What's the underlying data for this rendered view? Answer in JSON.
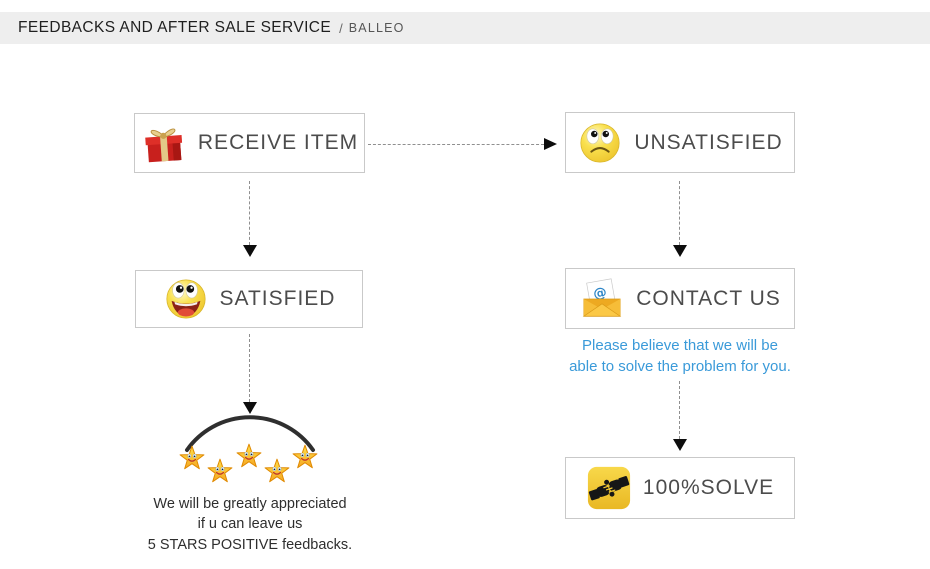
{
  "header": {
    "title": "FEEDBACKS AND AFTER SALE SERVICE",
    "separator": "/",
    "brand": "BALLEO"
  },
  "flow": {
    "nodes": [
      {
        "id": "receive-item",
        "label": "RECEIVE ITEM",
        "icon": "gift-icon"
      },
      {
        "id": "unsatisfied",
        "label": "UNSATISFIED",
        "icon": "sad-face-icon"
      },
      {
        "id": "satisfied",
        "label": "SATISFIED",
        "icon": "happy-face-icon"
      },
      {
        "id": "contact-us",
        "label": "CONTACT US",
        "icon": "email-envelope-icon"
      },
      {
        "id": "solve-100",
        "label": "100%SOLVE",
        "icon": "handshake-icon"
      }
    ],
    "contact_note": {
      "line1": "Please believe that we will be",
      "line2": "able to solve the problem for you."
    },
    "feedback_note": {
      "line1": "We will be greatly appreciated",
      "line2": "if u can leave us",
      "line3": "5 STARS POSITIVE feedbacks."
    },
    "stars": {
      "count": 5,
      "icon": "smiling-star-icon"
    }
  },
  "colors": {
    "header_background": "#eeeeee",
    "box_border": "#c9c9c9",
    "label_text": "#4c4c4c",
    "contact_note_text": "#3a9ad9",
    "feedback_note_text": "#2e2e2e",
    "arrow": "#111111",
    "star_gold": "#ffd23f",
    "gift_red": "#c8201d",
    "face_yellow": "#f7dd4b",
    "envelope_amber": "#f4b42e",
    "handshake_yellow": "#f2c832"
  }
}
